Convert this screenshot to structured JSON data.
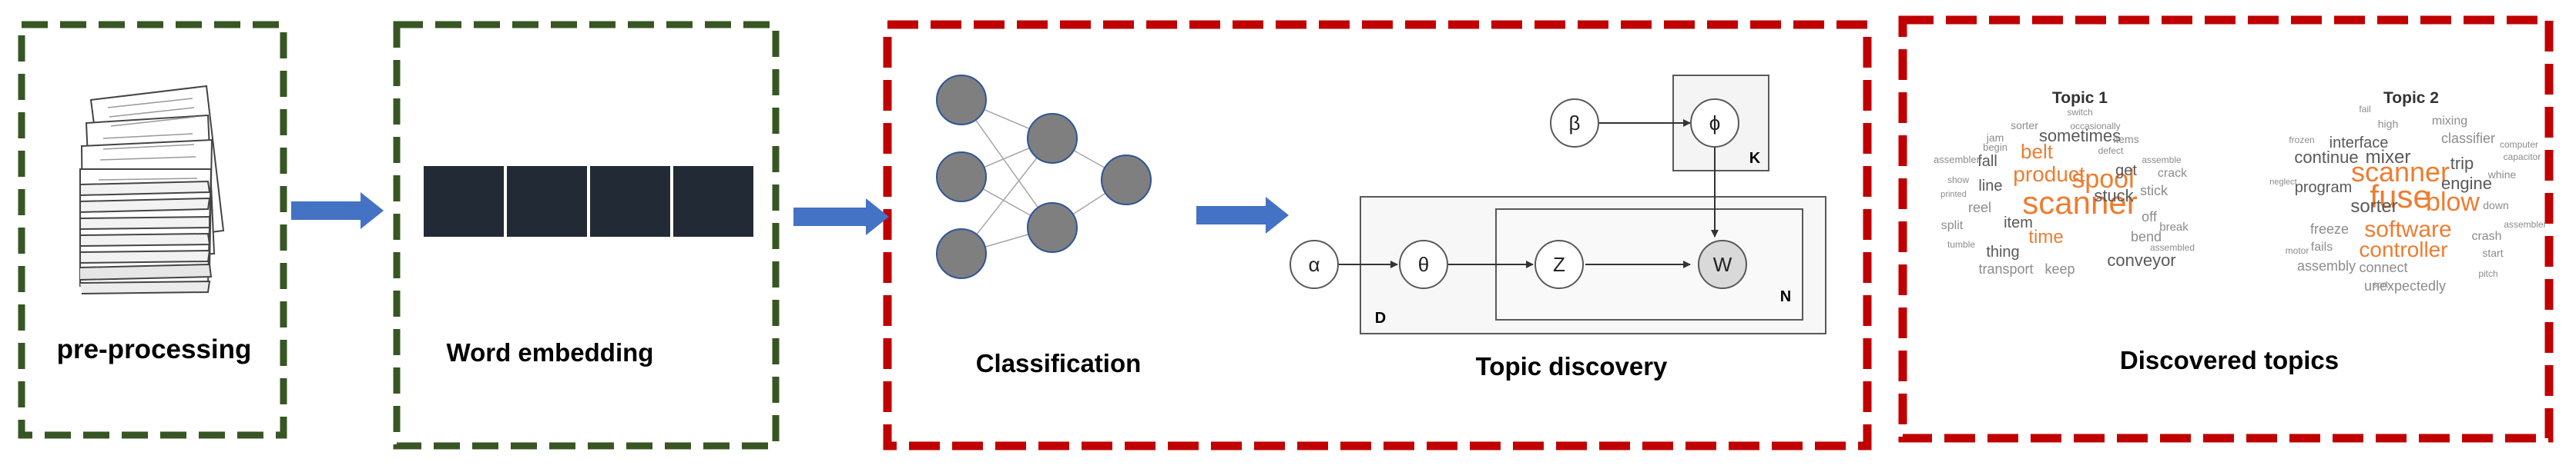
{
  "stages": {
    "preprocessing": {
      "label": "pre-processing"
    },
    "embedding": {
      "label": "Word embedding"
    },
    "classification": {
      "label": "Classification"
    },
    "topic_discovery": {
      "label": "Topic discovery"
    },
    "discovered_topics": {
      "label": "Discovered topics"
    }
  },
  "colors": {
    "green_border": "#375623",
    "red_border": "#c00000",
    "arrow": "#4472c4",
    "embedding_cell": "#222a35",
    "nn_node": "#7f7f7f",
    "topic_word_orange": "#ed7d31",
    "topic_word_grey": "#595959"
  },
  "graphical_model": {
    "nodes": {
      "beta": "β",
      "phi": "ϕ",
      "alpha": "α",
      "theta": "θ",
      "z": "Z",
      "w": "W"
    },
    "plates": {
      "k": "K",
      "d": "D",
      "n": "N"
    }
  },
  "topics": [
    {
      "title": "Topic 1",
      "words": [
        "scanner",
        "spool",
        "product",
        "belt",
        "time",
        "stuck",
        "sometimes",
        "conveyor",
        "fall",
        "line",
        "item",
        "thing",
        "get",
        "reel",
        "off",
        "stick",
        "bend",
        "jam",
        "sorter",
        "assembler",
        "begin",
        "split",
        "transport",
        "keep",
        "crack",
        "break",
        "items",
        "switch",
        "occasionally",
        "defect",
        "assemble",
        "tumble",
        "assembled",
        "show",
        "printed"
      ]
    },
    {
      "title": "Topic 2",
      "words": [
        "fuse",
        "scanner",
        "blow",
        "software",
        "controller",
        "sorter",
        "mixer",
        "trip",
        "continue",
        "interface",
        "engine",
        "program",
        "classifier",
        "freeze",
        "fails",
        "connect",
        "crash",
        "assembly",
        "unexpectedly",
        "mixing",
        "high",
        "down",
        "start",
        "pitch",
        "computer",
        "capacitor",
        "whine",
        "assembler",
        "frozen",
        "motor",
        "fail",
        "neglect",
        "sort"
      ]
    }
  ]
}
